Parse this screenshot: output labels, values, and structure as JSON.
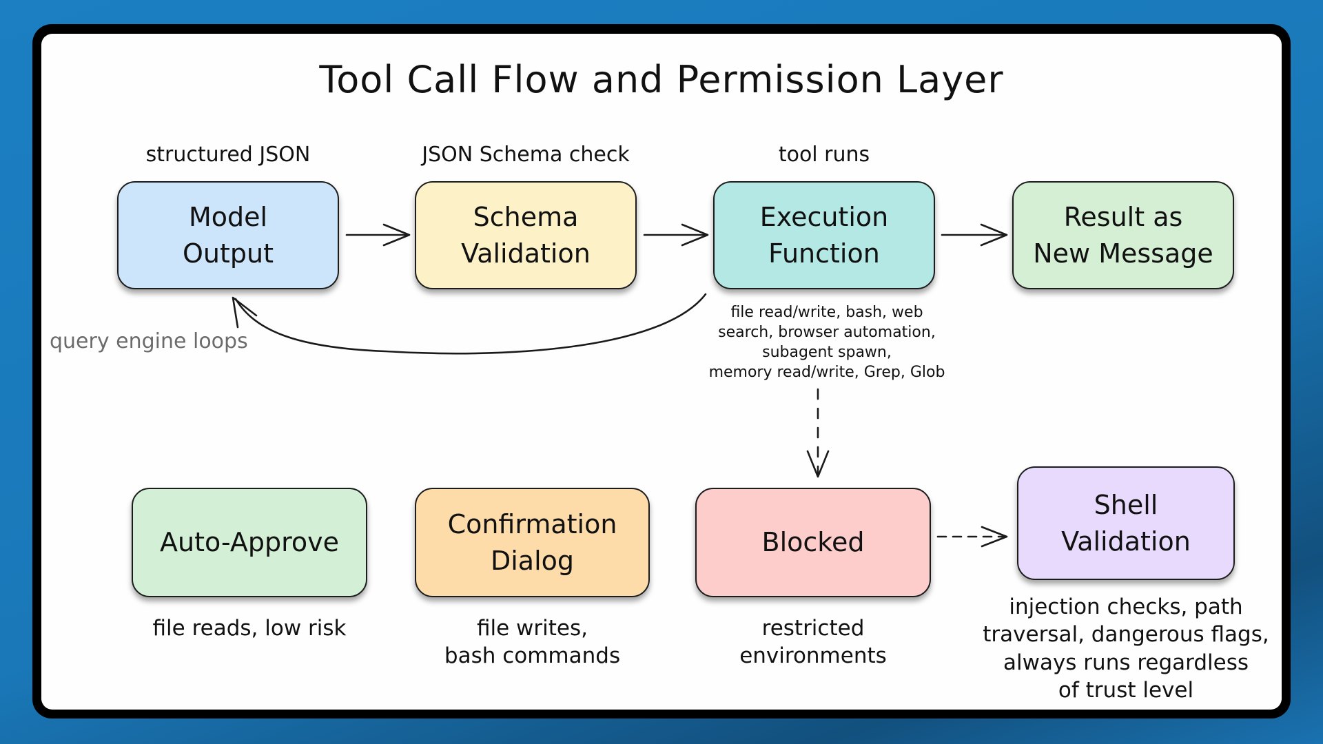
{
  "title": "Tool Call Flow and Permission Layer",
  "colors": {
    "background": "#1b7fc2",
    "model_output": "#cce5fb",
    "schema_validation": "#fdf1c8",
    "execution_function": "#b4e8e4",
    "result_message": "#d4efd4",
    "auto_approve": "#d3f0d6",
    "confirmation": "#fedcaa",
    "blocked": "#fdcdcb",
    "shell_validation": "#e8dafc"
  },
  "top_row": {
    "labels": [
      "structured JSON",
      "JSON Schema check",
      "tool runs"
    ],
    "nodes": [
      {
        "line1": "Model",
        "line2": "Output"
      },
      {
        "line1": "Schema",
        "line2": "Validation"
      },
      {
        "line1": "Execution",
        "line2": "Function"
      },
      {
        "line1": "Result as",
        "line2": "New Message"
      }
    ],
    "loop_label": "query engine loops",
    "tools_note": [
      "file read/write, bash, web",
      "search, browser automation,",
      "subagent spawn,",
      "memory read/write, Grep, Glob"
    ]
  },
  "bottom_row": {
    "nodes": [
      {
        "line1": "Auto-Approve",
        "line2": ""
      },
      {
        "line1": "Confirmation",
        "line2": "Dialog"
      },
      {
        "line1": "Blocked",
        "line2": ""
      },
      {
        "line1": "Shell",
        "line2": "Validation"
      }
    ],
    "captions": [
      [
        "file reads, low risk"
      ],
      [
        "file writes,",
        "bash commands"
      ],
      [
        "restricted",
        "environments"
      ],
      [
        "injection checks, path",
        "traversal, dangerous flags,",
        "always runs regardless",
        "of trust level"
      ]
    ]
  }
}
